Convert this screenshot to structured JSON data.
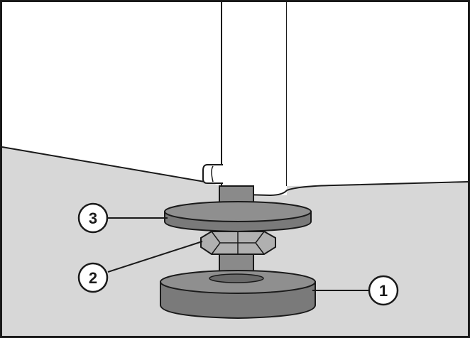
{
  "callouts": [
    {
      "id": "1",
      "label": "1"
    },
    {
      "id": "2",
      "label": "2"
    },
    {
      "id": "3",
      "label": "3"
    }
  ],
  "colors": {
    "floor": "#d7d7d7",
    "cabinet": "#ffffff",
    "outline": "#1a1a1a",
    "disc": "#7d7d7d",
    "disc_top": "#8f8f8f",
    "shaft": "#9a9a9a",
    "nut": "#b5b5b5"
  }
}
